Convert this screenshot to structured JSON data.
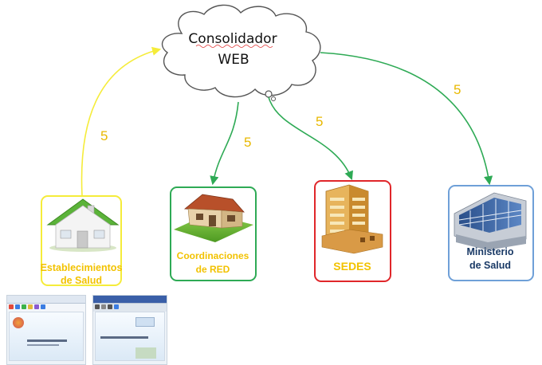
{
  "cloud": {
    "line1": "Consolidador",
    "line2": "WEB"
  },
  "edges": [
    {
      "from": "establecimientos",
      "to": "consolidador",
      "label": "5",
      "color": "#f5ec3a"
    },
    {
      "from": "consolidador",
      "to": "coordinaciones",
      "label": "5",
      "color": "#2eaa55"
    },
    {
      "from": "consolidador",
      "to": "sedes",
      "label": "5",
      "color": "#2eaa55"
    },
    {
      "from": "consolidador",
      "to": "ministerio",
      "label": "5",
      "color": "#2eaa55"
    }
  ],
  "nodes": {
    "establecimientos": {
      "line1": "Establecimientos",
      "line2": "de Salud",
      "border": "#f5ec3a",
      "text_color": "#f2c200",
      "icon": "house-icon"
    },
    "coordinaciones": {
      "line1": "Coordinaciones",
      "line2": "de RED",
      "border": "#2eaa55",
      "text_color": "#f2c200",
      "icon": "small-house-icon"
    },
    "sedes": {
      "line1": "SEDES",
      "border": "#e0262a",
      "text_color": "#f2c200",
      "icon": "office-building-icon"
    },
    "ministerio": {
      "line1": "Ministerio",
      "line2": "de Salud",
      "border": "#6fa0d8",
      "text_color": "#1a3a66",
      "icon": "government-building-icon"
    }
  },
  "screenshots": [
    {
      "icon": "software-screenshot-icon"
    },
    {
      "icon": "software-screenshot-icon"
    }
  ]
}
